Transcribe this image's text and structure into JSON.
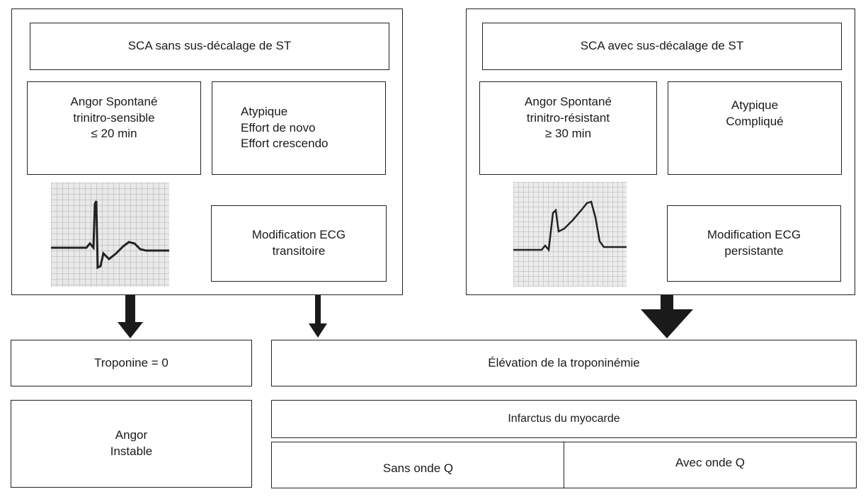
{
  "left": {
    "title": "SCA sans sus-décalage de ST",
    "angor": "Angor Spontané\ntrinitro-sensible\n≤ 20 min",
    "atypique": "Atypique\nEffort de novo\nEffort crescendo",
    "ecg_modif": "Modification ECG\ntransitoire"
  },
  "right": {
    "title": "SCA avec sus-décalage de ST",
    "angor": "Angor Spontané\ntrinitro-résistant\n≥ 30 min",
    "atypique": "Atypique\nCompliqué",
    "ecg_modif": "Modification ECG\npersistante"
  },
  "results": {
    "troponine": "Troponine = 0",
    "elevation": "Élévation de la troponinémie",
    "angor_instable": "Angor\nInstable",
    "infarctus": "Infarctus du myocarde",
    "sans_onde": "Sans onde Q",
    "avec_onde": "Avec onde Q"
  }
}
